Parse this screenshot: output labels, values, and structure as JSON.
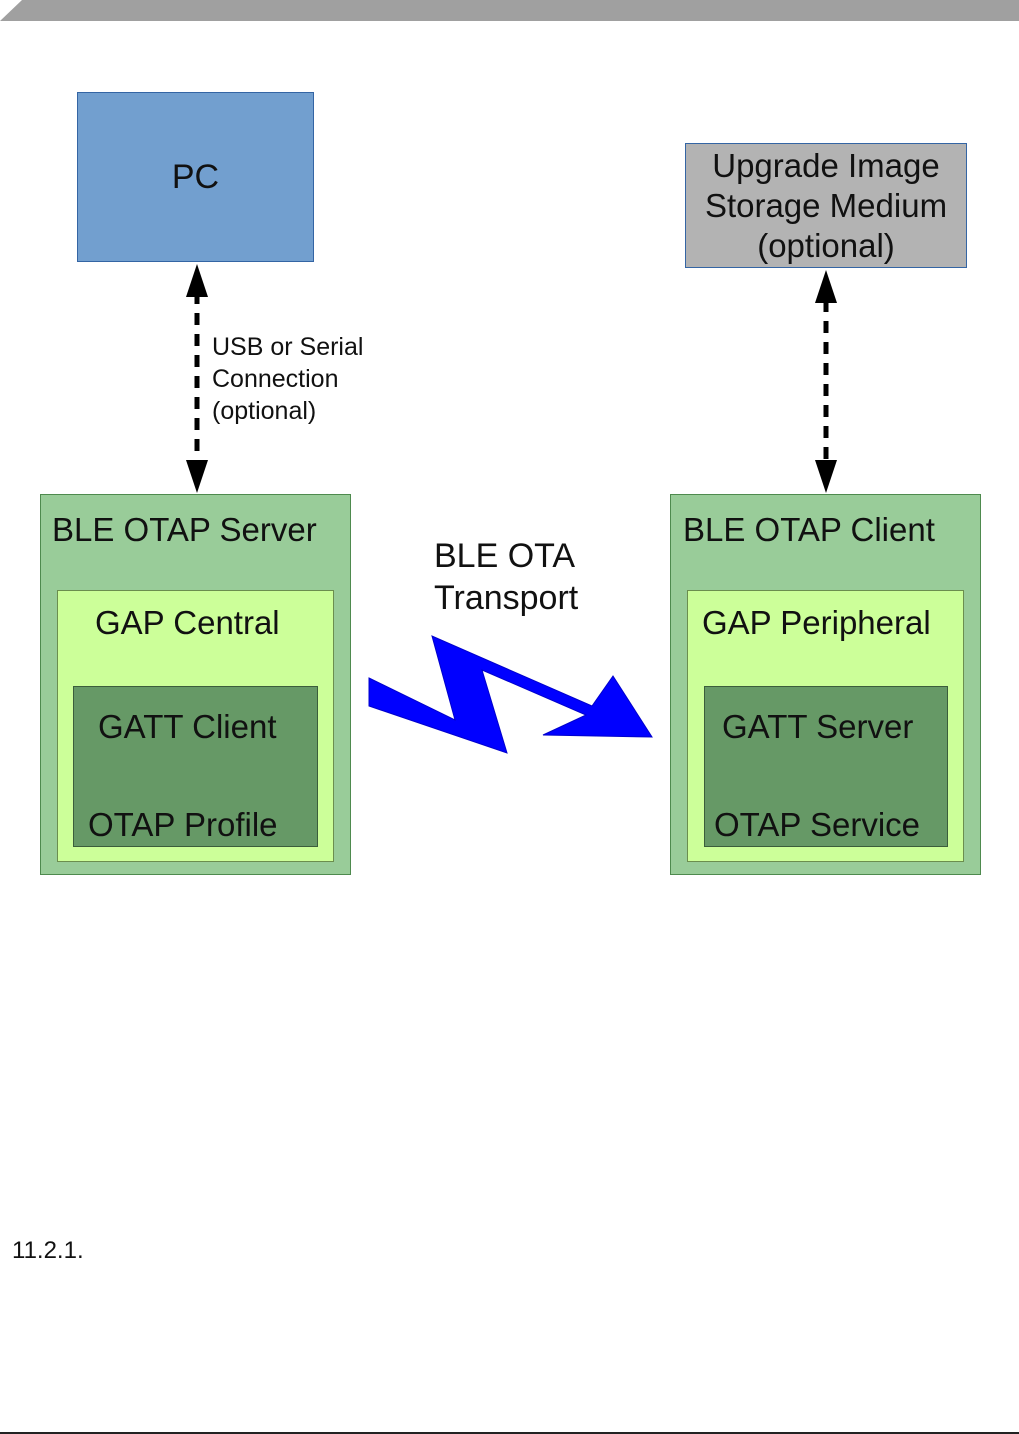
{
  "diagram": {
    "pc": {
      "label": "PC"
    },
    "storage": {
      "label": "Upgrade Image\nStorage Medium\n(optional)"
    },
    "usb_link": {
      "label": "USB or Serial\nConnection\n(optional)"
    },
    "transport": {
      "label": "BLE OTA\nTransport"
    },
    "server": {
      "title": "BLE OTAP Server",
      "role": "GAP Central",
      "gatt": "GATT Client",
      "profile": "OTAP Profile"
    },
    "client": {
      "title": "BLE OTAP Client",
      "role": "GAP Peripheral",
      "gatt": "GATT Server",
      "profile": "OTAP Service"
    }
  },
  "section_number": "11.2.1.",
  "colors": {
    "pc_fill": "#729fcf",
    "storage_fill": "#b3b3b3",
    "outer_fill": "#99cc99",
    "mid_fill": "#ccff99",
    "inner_fill": "#669966",
    "lightning": "#0000ff",
    "header_band": "#a0a0a0"
  }
}
